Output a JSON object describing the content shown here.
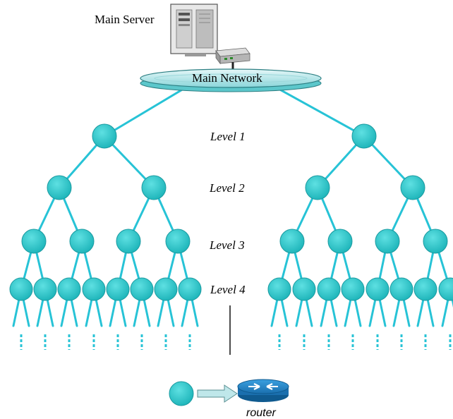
{
  "labels": {
    "main_server": "Main Server",
    "main_network": "Main Network",
    "levels": [
      "Level 1",
      "Level 2",
      "Level 3",
      "Level 4"
    ],
    "router": "router"
  },
  "icons": {
    "server": "server-tower-icon",
    "network_switch": "network-switch-icon",
    "router": "router-icon",
    "node": "node-circle",
    "arrow": "right-arrow-icon"
  },
  "colors": {
    "node_fill": "#2ec4c8",
    "node_stroke": "#1a9aa0",
    "link": "#27c3d6",
    "ring": "#7fd4d8",
    "router_body": "#1a7fc0"
  }
}
